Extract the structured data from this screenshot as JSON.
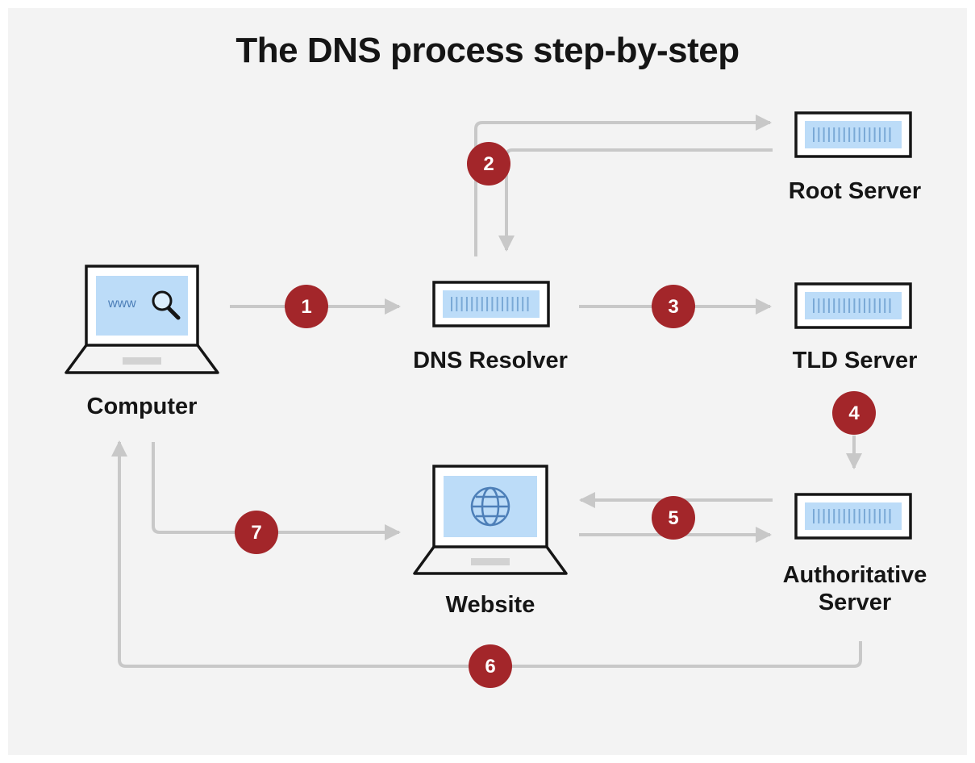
{
  "title": "The DNS process step-by-step",
  "nodes": {
    "computer": {
      "label": "Computer",
      "screen_text": "www"
    },
    "resolver": {
      "label": "DNS Resolver"
    },
    "root": {
      "label": "Root Server"
    },
    "tld": {
      "label": "TLD Server"
    },
    "authoritative": {
      "label_line1": "Authoritative",
      "label_line2": "Server"
    },
    "website": {
      "label": "Website"
    }
  },
  "steps": [
    "1",
    "2",
    "3",
    "4",
    "5",
    "6",
    "7"
  ],
  "colors": {
    "background": "#f3f3f3",
    "step_badge": "#a3262a",
    "arrow": "#c8c8c8",
    "device_outline": "#151515",
    "screen_fill": "#bcdcf8",
    "server_bars": "#7aa9d6"
  }
}
